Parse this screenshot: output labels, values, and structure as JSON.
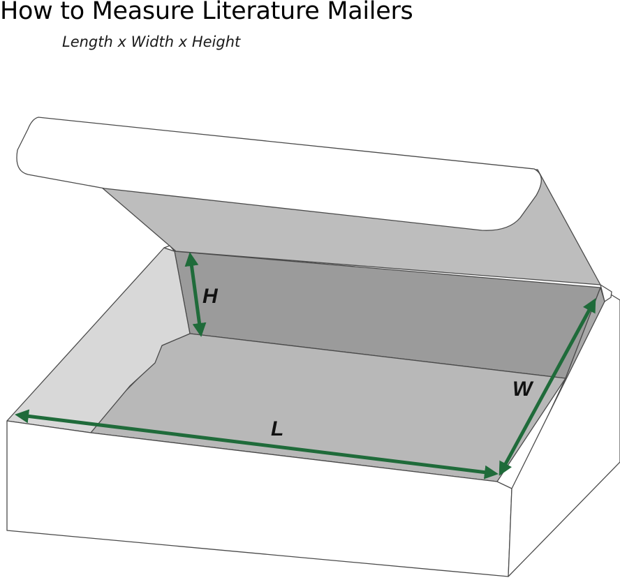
{
  "title": "How to Measure Literature Mailers",
  "subtitle": "Length x Width x Height",
  "dimensions": {
    "height_label": "H",
    "width_label": "W",
    "length_label": "L"
  },
  "colors": {
    "arrow": "#1f6b3a",
    "outline": "#4a4a4a",
    "box_white": "#ffffff",
    "lid_inner": "#bdbdbd",
    "back_wall": "#9b9b9b",
    "floor": "#b8b8b8",
    "side_wall": "#d6d6d6"
  }
}
